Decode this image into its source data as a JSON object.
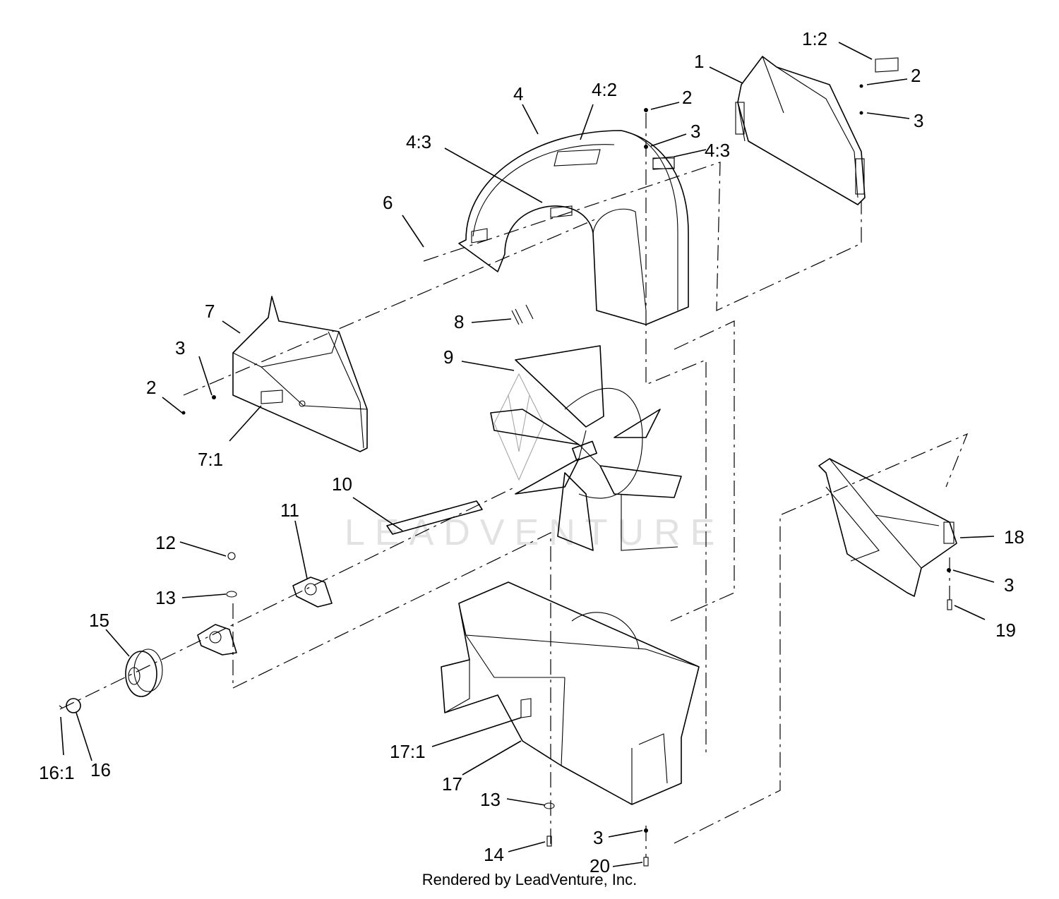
{
  "watermark": "LEADVENTURE",
  "credit": "Rendered by LeadVenture, Inc.",
  "callouts": {
    "c1": "1",
    "c1_2": "1:2",
    "c2a": "2",
    "c3a": "3",
    "c2b": "2",
    "c3b": "3",
    "c4": "4",
    "c4_2": "4:2",
    "c4_3a": "4:3",
    "c4_3b": "4:3",
    "c6": "6",
    "c7": "7",
    "c3c": "3",
    "c2c": "2",
    "c7_1": "7:1",
    "c8": "8",
    "c9": "9",
    "c10": "10",
    "c11": "11",
    "c12": "12",
    "c13a": "13",
    "c15": "15",
    "c16": "16",
    "c16_1": "16:1",
    "c17_1": "17:1",
    "c17": "17",
    "c13b": "13",
    "c14": "14",
    "c3d": "3",
    "c20": "20",
    "c18": "18",
    "c3e": "3",
    "c19": "19"
  }
}
